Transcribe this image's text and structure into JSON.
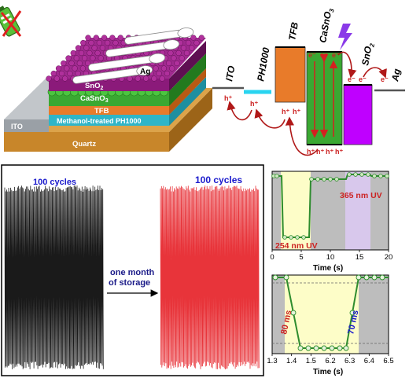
{
  "device": {
    "layers": {
      "ag": "Ag",
      "sno2_base": "SnO",
      "sno2_sub": "2",
      "casno3_base": "CaSnO",
      "casno3_sub": "3",
      "tfb": "TFB",
      "pedot": "Methanol-treated PH1000",
      "ito": "ITO",
      "quartz": "Quartz"
    }
  },
  "band": {
    "labels": {
      "ito": "ITO",
      "ph1000": "PH1000",
      "tfb": "TFB",
      "casno3_base": "CaSnO",
      "casno3_sub": "3",
      "sno2_base": "SnO",
      "sno2_sub": "2",
      "ag": "Ag"
    },
    "carriers": {
      "electron": "e⁻",
      "hole": "h⁺"
    }
  },
  "cycles": {
    "left_label": "100 cycles",
    "right_label": "100 cycles",
    "storage_line1": "one month",
    "storage_line2": "of storage"
  },
  "response_plot": {
    "xlabel": "Time (s)",
    "ticks": [
      "0",
      "5",
      "10",
      "15",
      "20"
    ],
    "label_254": "254 nm UV",
    "label_365": "365 nm UV"
  },
  "speed_plot": {
    "xlabel": "Time (s)",
    "ticks": [
      "1.3",
      "1.4",
      "1.5",
      "6.2",
      "6.3",
      "6.4",
      "6.5"
    ],
    "rise_label": "80 ms",
    "decay_label": "70 ms"
  },
  "colors": {
    "ag": "#e8e8e8",
    "sno2": "#8b1a7a",
    "casno3": "#3aa832",
    "tfb": "#e87b2a",
    "pedot": "#2fb5c8",
    "ito": "#9aa0a6",
    "quartz": "#c8862a",
    "black_trace": "#1a1a1a",
    "red_trace": "#e8343a",
    "label_blue": "#1a1acc",
    "label_red": "#cc2222",
    "uv254_fill": "#fdfdc8",
    "uv365_fill": "#d8c8ec"
  }
}
